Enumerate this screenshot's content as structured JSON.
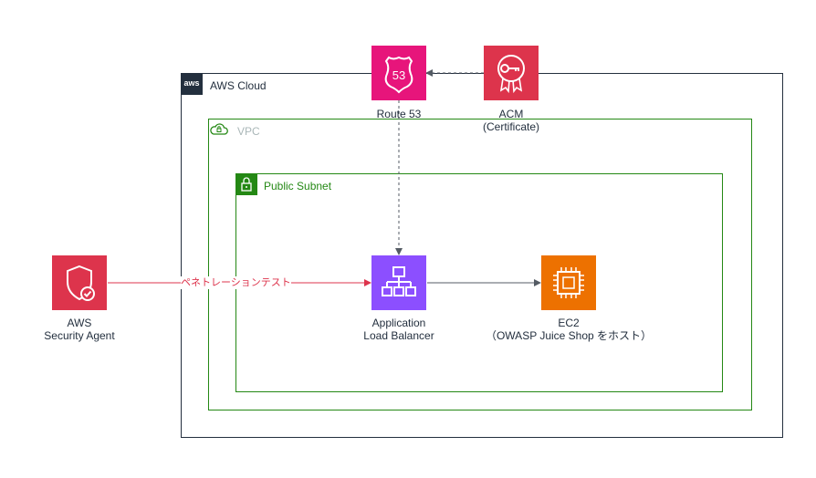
{
  "groups": {
    "aws_cloud": {
      "label": "AWS Cloud",
      "logo_text": "aws",
      "border_color": "#232f3e"
    },
    "vpc": {
      "label": "VPC",
      "border_color": "#248814",
      "label_color": "#aab7b8"
    },
    "public_subnet": {
      "label": "Public Subnet",
      "border_color": "#248814",
      "label_color": "#248814"
    }
  },
  "nodes": {
    "route53": {
      "label": "Route 53",
      "icon_text": "53",
      "color": "#e7157b"
    },
    "acm": {
      "label_line1": "ACM",
      "label_line2": "(Certificate)",
      "color": "#dd344c"
    },
    "security_agent": {
      "label_line1": "AWS",
      "label_line2": "Security Agent",
      "color": "#dd344c"
    },
    "alb": {
      "label_line1": "Application",
      "label_line2": "Load Balancer",
      "color": "#8c4fff"
    },
    "ec2": {
      "label_line1": "EC2",
      "label_line2": "（OWASP Juice Shop をホスト）",
      "color": "#ed7100"
    }
  },
  "edges": {
    "pentest": {
      "label": "ペネトレーションテスト",
      "color": "#dd344c"
    }
  }
}
